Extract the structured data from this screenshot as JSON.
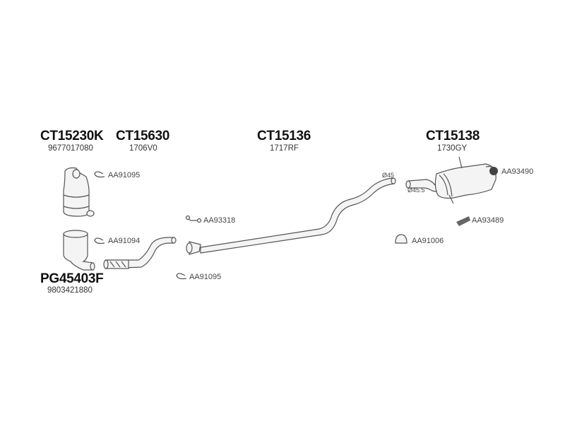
{
  "parts": {
    "dpf": {
      "number": "CT15230K",
      "oe": "9677017080"
    },
    "front_pipe": {
      "number": "CT15630",
      "oe": "1706V0"
    },
    "middle_pipe": {
      "number": "CT15136",
      "oe": "1717RF"
    },
    "rear_silencer": {
      "number": "CT15138",
      "oe": "1730GY"
    },
    "catalyst": {
      "number": "PG45403F",
      "oe": "9803421880"
    }
  },
  "accessories": {
    "clamp_top": "AA91095",
    "clamp_cat": "AA91094",
    "spring_bolt": "AA93318",
    "clamp_mid": "AA91095",
    "rubber_mount": "AA93490",
    "mount_bracket": "AA93489",
    "clamp_rear": "AA91006"
  },
  "diameters": {
    "pipe_end": "Ø45",
    "silencer_inlet": "Ø45.5"
  }
}
